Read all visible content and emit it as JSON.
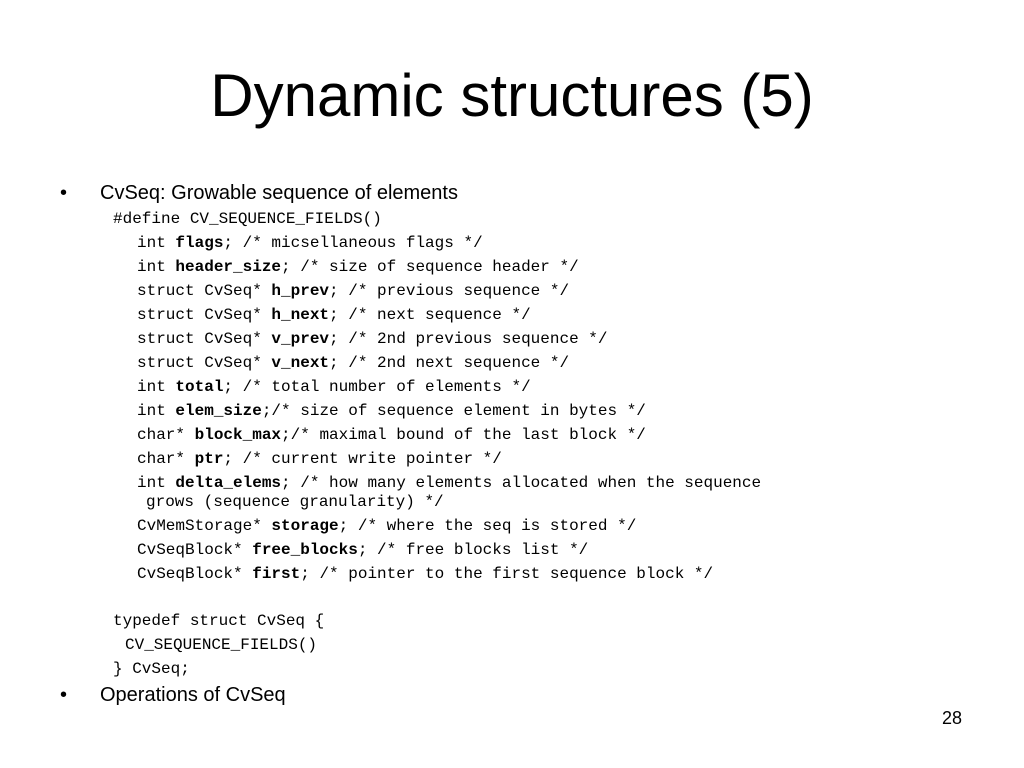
{
  "slide": {
    "title": "Dynamic structures (5)",
    "page_number": "28"
  },
  "bullets": [
    {
      "symbol": "•",
      "text": "CvSeq: Growable sequence of elements"
    },
    {
      "symbol": "•",
      "text": "Operations of CvSeq"
    }
  ],
  "code": {
    "define": "#define CV_SEQUENCE_FIELDS()",
    "fields": [
      {
        "pre": "int ",
        "name": "flags",
        "post": "; /* micsellaneous flags */"
      },
      {
        "pre": "int ",
        "name": "header_size",
        "post": "; /* size of sequence header */"
      },
      {
        "pre": "struct CvSeq* ",
        "name": "h_prev",
        "post": "; /* previous sequence */"
      },
      {
        "pre": "struct CvSeq* ",
        "name": "h_next",
        "post": "; /* next sequence */"
      },
      {
        "pre": "struct CvSeq* ",
        "name": "v_prev",
        "post": "; /* 2nd previous sequence */"
      },
      {
        "pre": "struct CvSeq* ",
        "name": "v_next",
        "post": "; /* 2nd next sequence */"
      },
      {
        "pre": "int ",
        "name": "total",
        "post": "; /* total number of elements */"
      },
      {
        "pre": "int ",
        "name": "elem_size",
        "post": ";/* size of sequence element in bytes */"
      },
      {
        "pre": "char* ",
        "name": "block_max",
        "post": ";/* maximal bound of the last block */"
      },
      {
        "pre": "char* ",
        "name": "ptr",
        "post": "; /* current write pointer */"
      },
      {
        "pre": "int ",
        "name": "delta_elems",
        "post": "; /* how many elements allocated when the sequence",
        "continuation": "grows (sequence granularity) */"
      },
      {
        "pre": "CvMemStorage* ",
        "name": "storage",
        "post": "; /* where the seq is stored */"
      },
      {
        "pre": "CvSeqBlock* ",
        "name": "free_blocks",
        "post": "; /* free blocks list */"
      },
      {
        "pre": "CvSeqBlock* ",
        "name": "first",
        "post": "; /* pointer to the first sequence block */"
      }
    ],
    "typedef_open": "typedef struct CvSeq {",
    "typedef_body": "CV_SEQUENCE_FIELDS()",
    "typedef_close": "} CvSeq;"
  }
}
